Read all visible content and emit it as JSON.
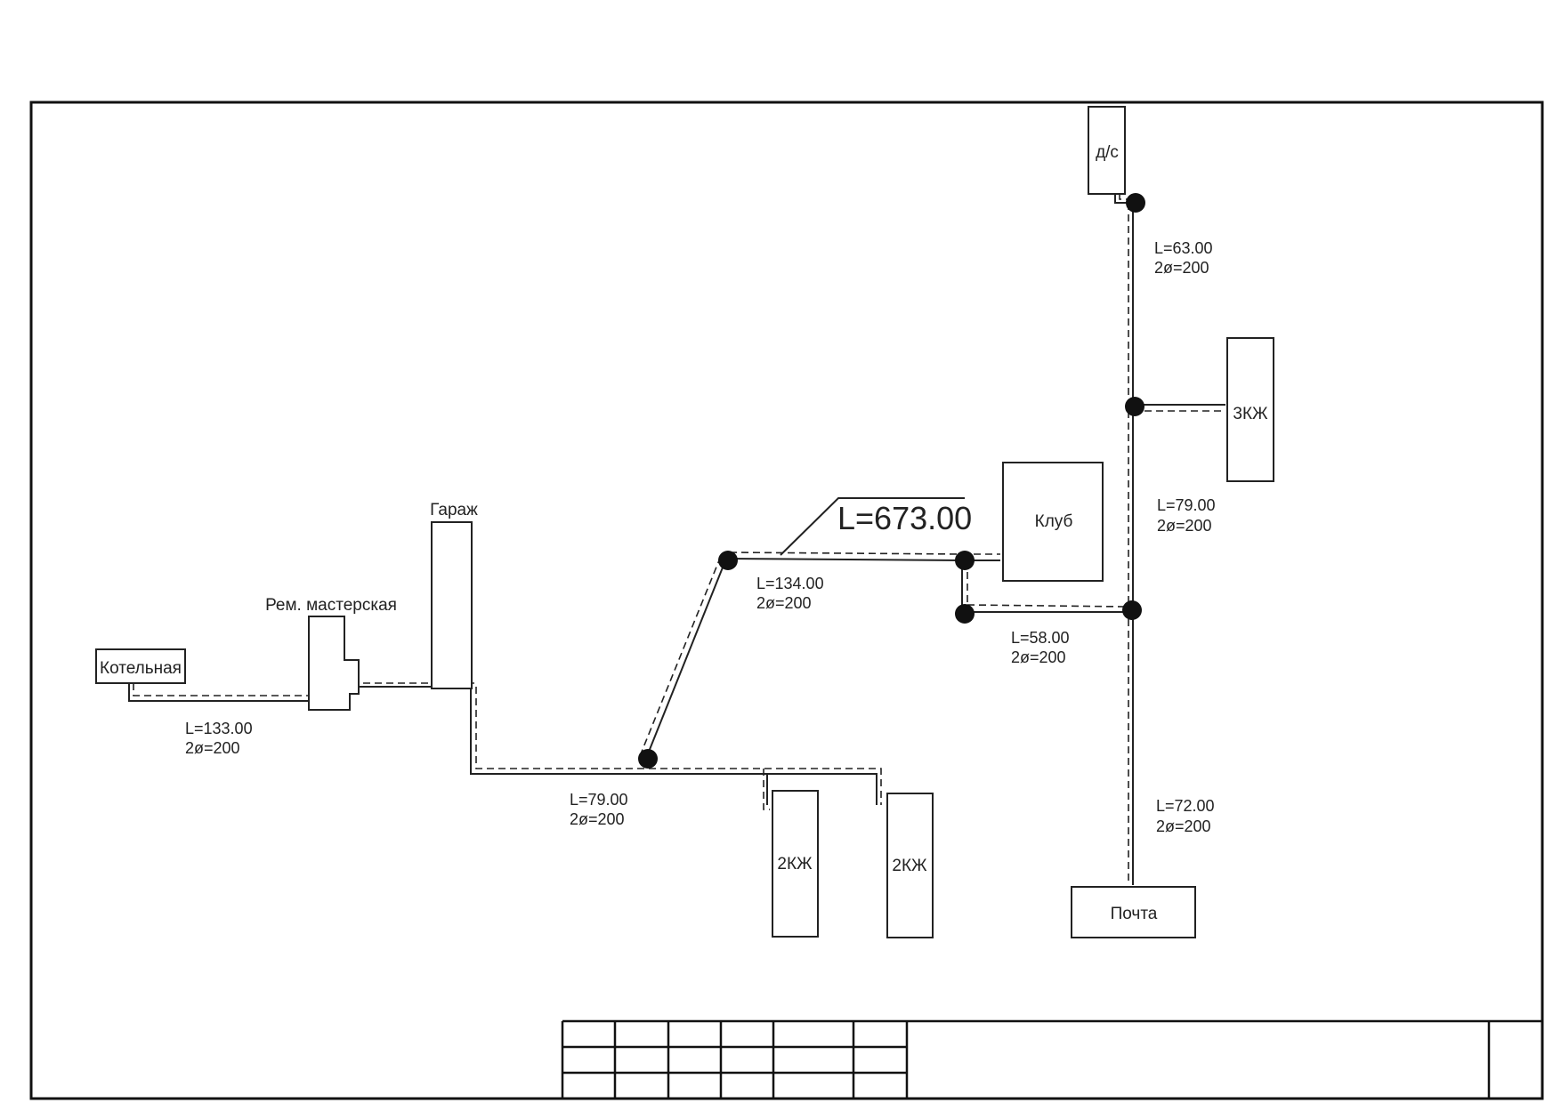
{
  "buildings": {
    "boiler": "Котельная",
    "workshop": "Рем. мастерская",
    "garage": "Гараж",
    "club": "Клуб",
    "kindergarten": "д/с",
    "house_3kzh": "3КЖ",
    "house_2kzh_a": "2КЖ",
    "house_2kzh_b": "2КЖ",
    "post_office": "Почта"
  },
  "segments": {
    "seg_boiler": {
      "length": "L=133.00",
      "pipe": "2ø=200"
    },
    "seg_lower": {
      "length": "L=79.00",
      "pipe": "2ø=200"
    },
    "seg_club": {
      "length": "L=134.00",
      "pipe": "2ø=200"
    },
    "seg_branch": {
      "length": "L=58.00",
      "pipe": "2ø=200"
    },
    "seg_ds": {
      "length": "L=63.00",
      "pipe": "2ø=200"
    },
    "seg_mid": {
      "length": "L=79.00",
      "pipe": "2ø=200"
    },
    "seg_post": {
      "length": "L=72.00",
      "pipe": "2ø=200"
    }
  },
  "total_length": "L=673.00"
}
